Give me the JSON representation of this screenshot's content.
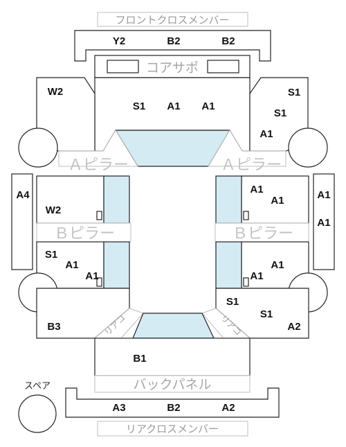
{
  "front_cross_member": {
    "label": "フロントクロスメンバー",
    "codes": [
      "Y2",
      "B2",
      "B2"
    ]
  },
  "core_support": {
    "label": "コアサポ"
  },
  "upper_center": {
    "codes": [
      "S1",
      "A1",
      "A1"
    ]
  },
  "upper_left": {
    "code": "W2"
  },
  "upper_right": {
    "codes": [
      "S1",
      "S1",
      "A1"
    ]
  },
  "a_pillar": {
    "left_label": "Ａピラー",
    "right_label": "Ａピラー"
  },
  "left_door_top": {
    "code": "W2"
  },
  "right_door_top": {
    "codes": [
      "A1",
      "A1"
    ]
  },
  "left_strip": {
    "code": "A4"
  },
  "right_strip": {
    "codes": [
      "A1",
      "A1"
    ]
  },
  "b_pillar": {
    "left_label": "Ｂピラー",
    "right_label": "Ｂピラー"
  },
  "left_door_bottom": {
    "codes": [
      "S1",
      "A1",
      "A1"
    ]
  },
  "right_door_bottom": {
    "codes": [
      "A1",
      "A1"
    ]
  },
  "lower_left": {
    "code": "B3"
  },
  "lower_right": {
    "codes": [
      "S1",
      "S1",
      "A2"
    ]
  },
  "rear_quarter": {
    "left_label": "リアコ",
    "right_label": "リアコ"
  },
  "back_center": {
    "code": "B1"
  },
  "back_panel": {
    "label": "バックパネル"
  },
  "rear_cross_member": {
    "label": "リアクロスメンバー",
    "codes": [
      "A3",
      "B2",
      "A2"
    ]
  },
  "spare": {
    "label": "スペア"
  },
  "colors": {
    "glass": "#d5ebf3",
    "line": "#222222",
    "grey_text": "#b0b0b0"
  }
}
